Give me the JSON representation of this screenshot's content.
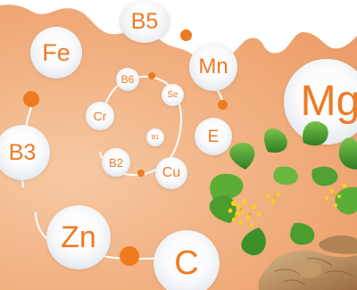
{
  "colors": {
    "accent": "#f07a1e",
    "background": "#f2b486",
    "cream": "#ffffff",
    "leaf": "#3f9a2a",
    "flower": "#f5d21c",
    "root": "#b98b5a"
  },
  "elements": {
    "b5": "B5",
    "fe": "Fe",
    "mn": "Mn",
    "mg": "Mg",
    "b6": "B6",
    "se": "Se",
    "cr": "Cr",
    "b1": "B1",
    "e": "E",
    "b3": "B3",
    "b2": "B2",
    "cu": "Cu",
    "zn": "Zn",
    "c": "C"
  },
  "images": {
    "plant": "rhodiola-plant-and-root"
  }
}
